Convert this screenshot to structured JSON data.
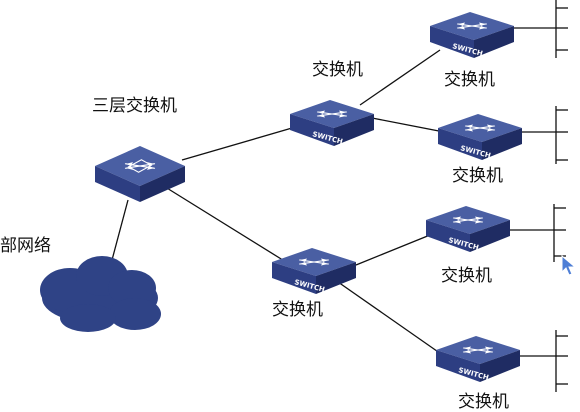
{
  "labels": {
    "core": "三层交换机",
    "switch_a": "交换机",
    "switch_b": "交换机",
    "leaf_1": "交换机",
    "leaf_2": "交换机",
    "leaf_3": "交换机",
    "leaf_4": "交换机",
    "cloud": "部网络"
  },
  "device_text": "SWITCH",
  "colors": {
    "switch_top": "#4a5fa3",
    "switch_front": "#2d3e82",
    "switch_side": "#1f2c63",
    "cloud": "#2f4386",
    "link": "#111111",
    "cursor": "#4f7fd6"
  },
  "icons": {
    "switch": "switch-icon",
    "core": "layer3-switch-icon",
    "cloud": "cloud-icon",
    "cursor": "mouse-pointer-icon"
  }
}
